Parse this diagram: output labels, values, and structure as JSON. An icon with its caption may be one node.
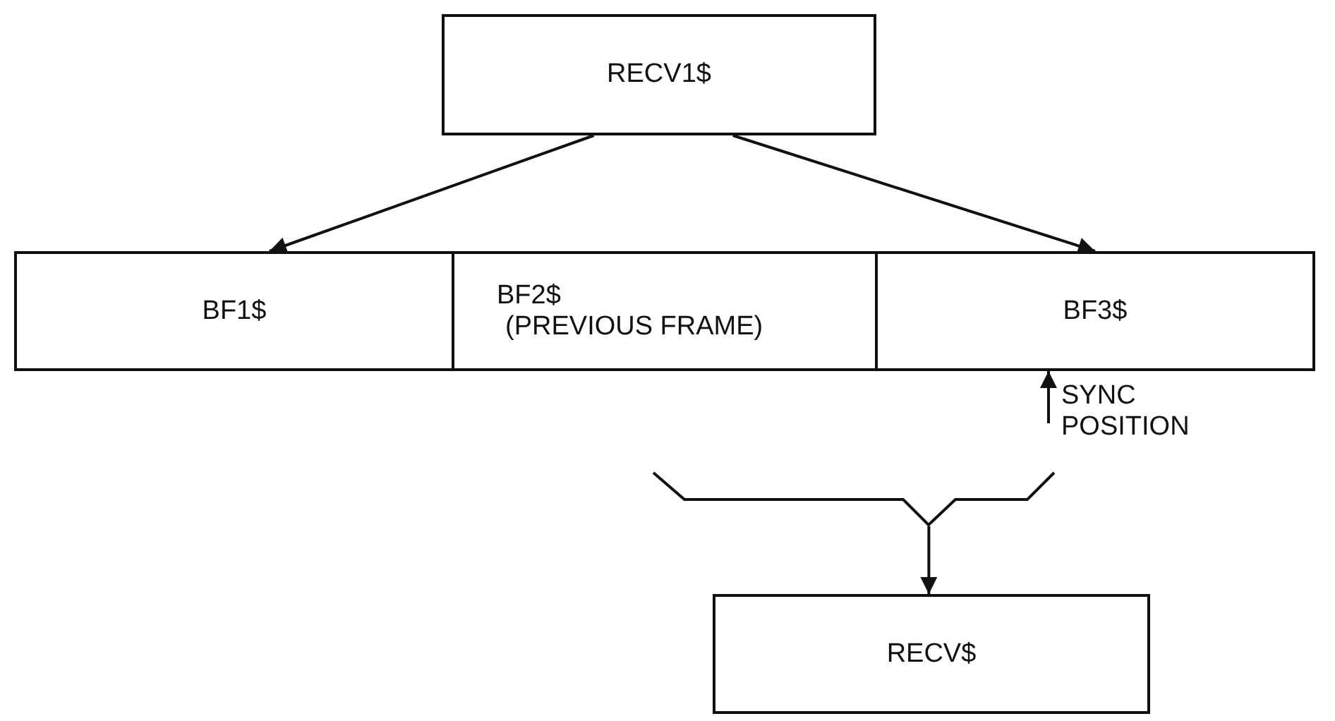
{
  "diagram": {
    "nodes": [
      {
        "text": [
          "RECV1$"
        ]
      },
      {
        "text": [
          "BF1$"
        ]
      },
      {
        "text": [
          "BF2$",
          "(PREVIOUS FRAME)"
        ]
      },
      {
        "text": [
          "BF3$"
        ]
      },
      {
        "text": [],
        "shape": "bracket"
      },
      {
        "text": [
          "RECV$"
        ]
      }
    ],
    "edges": [
      {
        "from": 0,
        "to": 1,
        "arrow": "to"
      },
      {
        "from": 0,
        "to": 3,
        "arrow": "to"
      },
      {
        "from": null,
        "to": 3,
        "arrow": "to",
        "label": "SYNC POSITION"
      },
      {
        "from": 4,
        "to": 5,
        "arrow": "to"
      }
    ]
  }
}
